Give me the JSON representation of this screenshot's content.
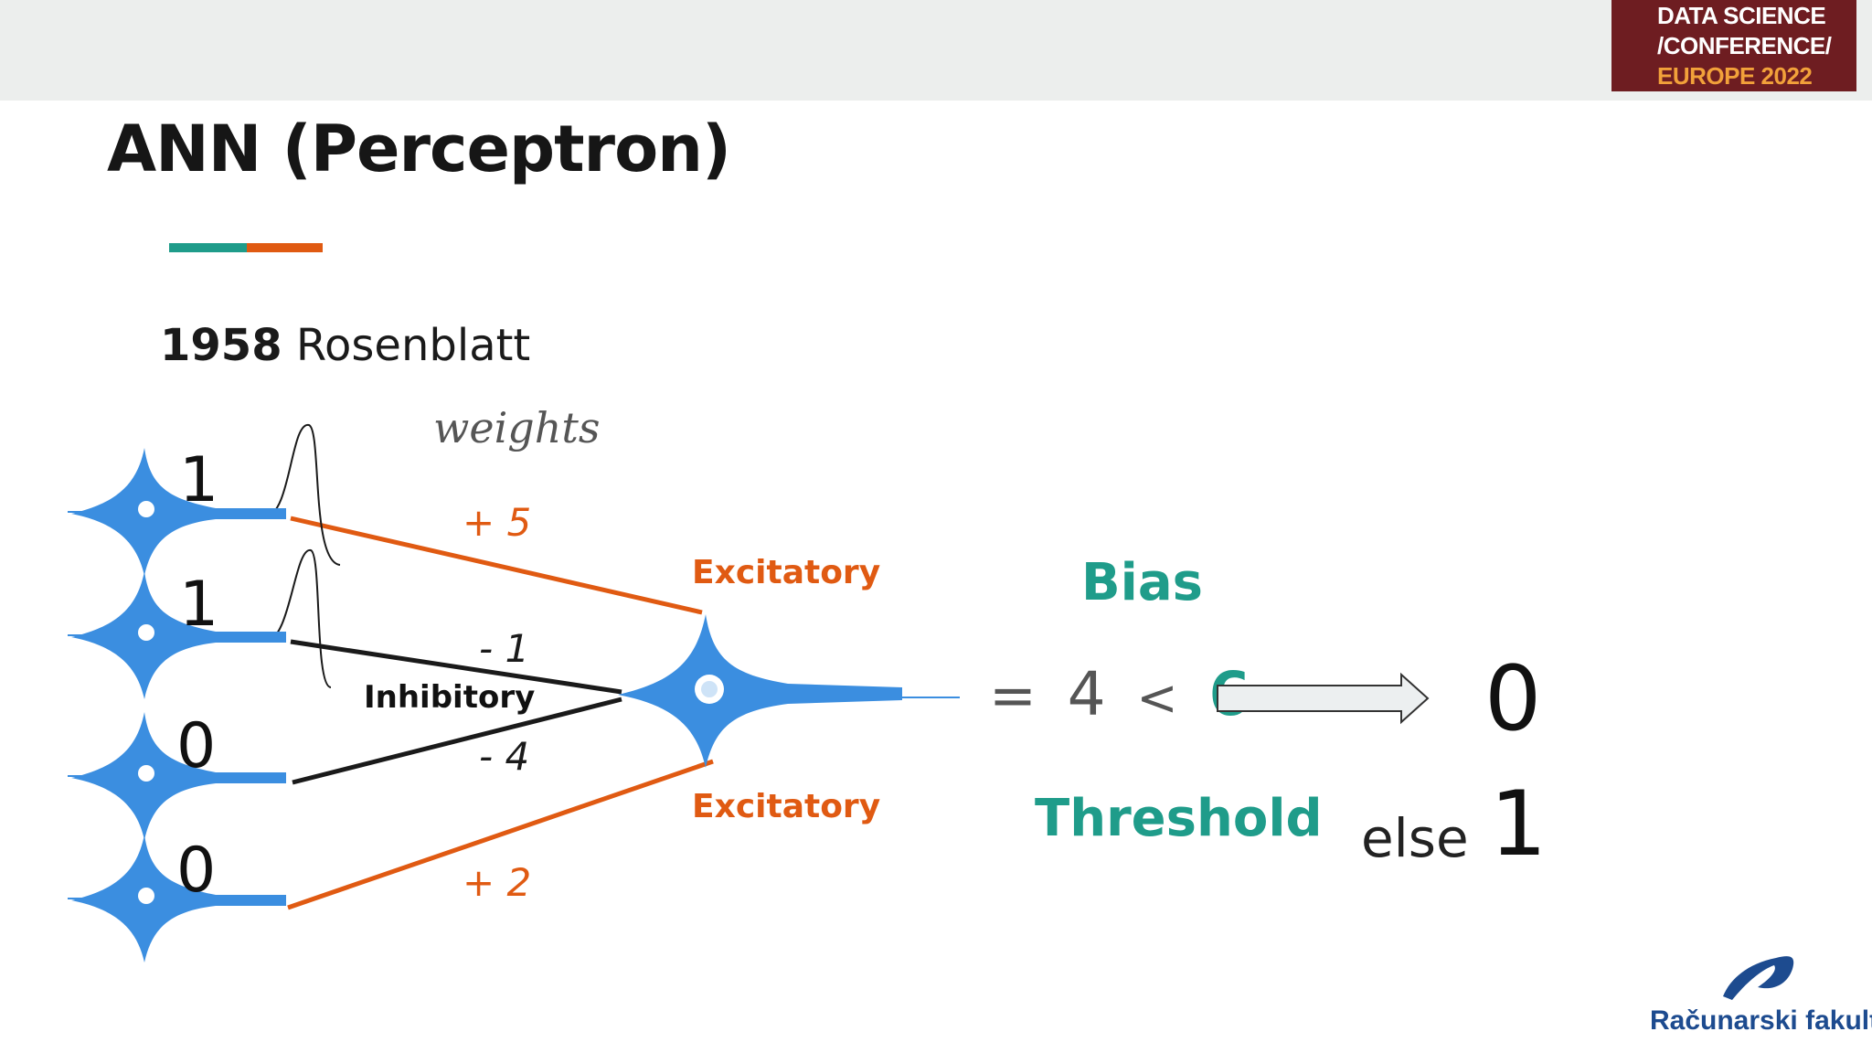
{
  "header": {
    "conference": [
      "DATA SCIENCE",
      "/CONFERENCE/",
      "EUROPE 2022"
    ]
  },
  "slide": {
    "title": "ANN (Perceptron)",
    "year": "1958",
    "author": "Rosenblatt"
  },
  "diagram": {
    "inputs": [
      "1",
      "1",
      "0",
      "0"
    ],
    "weights_label": "weights",
    "weights": [
      "+ 5",
      "- 1",
      "- 4",
      "+ 2"
    ],
    "inhibitory_label": "Inhibitory",
    "excitatory_labels": [
      "Excitatory",
      "Excitatory"
    ],
    "bias_label": "Bias",
    "equation": {
      "eq": "=",
      "sum": "4",
      "lt": "<",
      "threshold": "6"
    },
    "threshold_label": "Threshold",
    "output": "0",
    "else_label": "else",
    "else_value": "1"
  },
  "footer": {
    "logo_text": "Računarski fakultet"
  },
  "colors": {
    "neuron": "#3b8ee0",
    "excitatory": "#e05a12",
    "inhibitory": "#1a1a1a",
    "teal": "#1f9c8a",
    "badge": "#6e1d21"
  }
}
